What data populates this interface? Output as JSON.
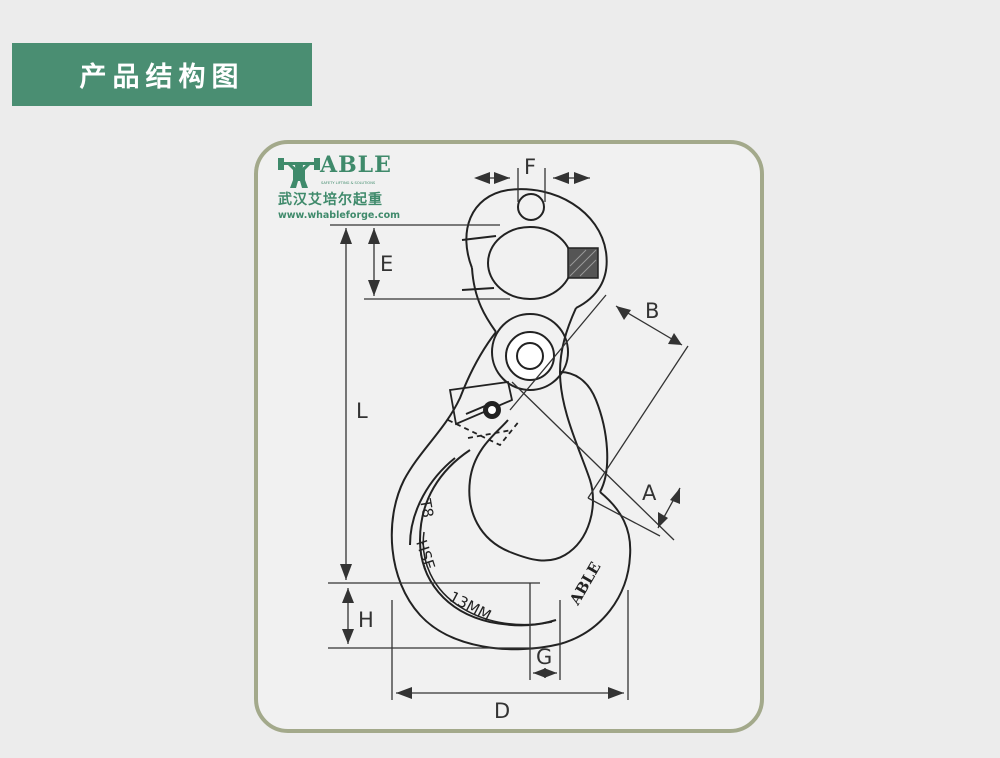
{
  "header": {
    "title": "产品结构图"
  },
  "logo": {
    "brand": "ABLE",
    "tagline": "SAFETY LIFTING & SOLUTIONS",
    "company_cn": "武汉艾培尔起重",
    "url": "www.whableforge.com",
    "color": "#3f8a6b"
  },
  "diagram": {
    "dimension_labels": {
      "F": "F",
      "E": "E",
      "B": "B",
      "L": "L",
      "A": "A",
      "H": "H",
      "G": "G",
      "D": "D"
    },
    "stamp": {
      "grade": "T8",
      "model": "HSE",
      "size": "13MM",
      "brand": "ABLE"
    }
  },
  "colors": {
    "title_bg": "#4a8e72",
    "frame_border": "#a3a98b",
    "background": "#ececec"
  }
}
